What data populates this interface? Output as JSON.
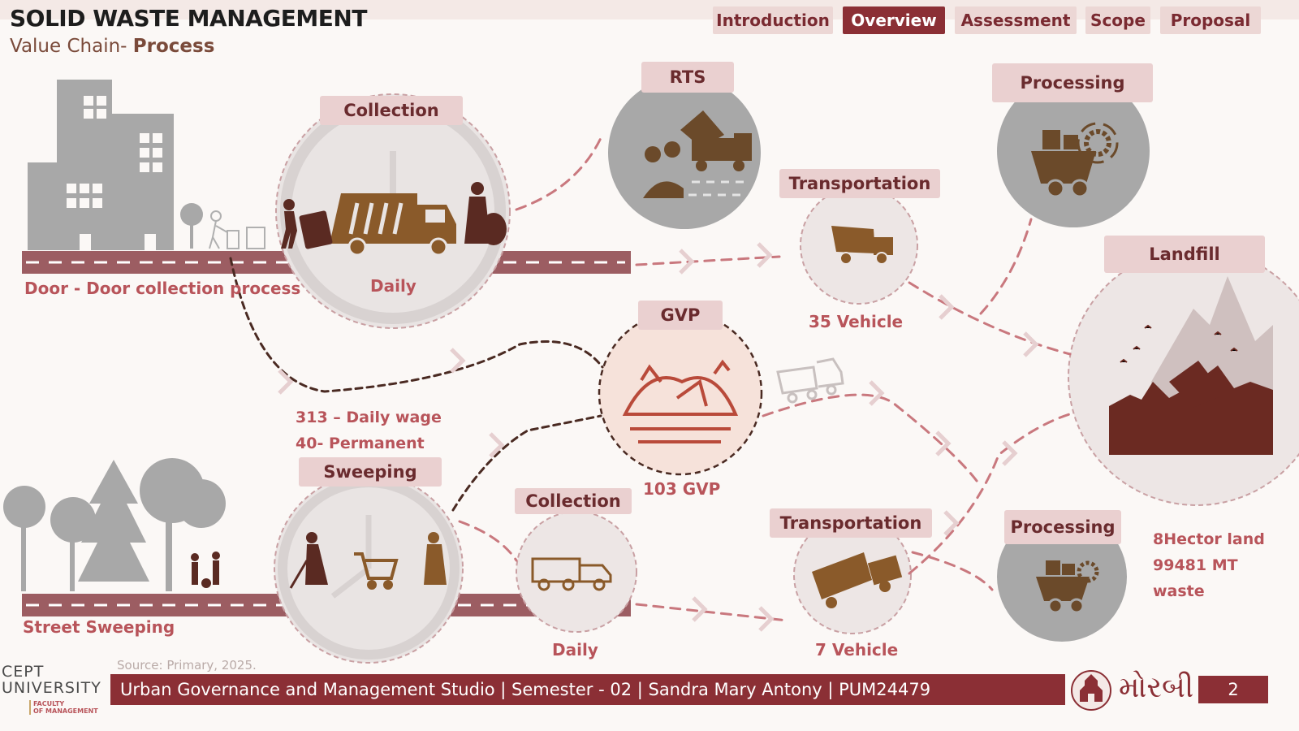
{
  "header": {
    "title": "SOLID WASTE MANAGEMENT",
    "subtitle_prefix": "Value Chain- ",
    "subtitle_bold": "Process"
  },
  "nav": [
    {
      "label": "Introduction",
      "active": false
    },
    {
      "label": "Overview",
      "active": true
    },
    {
      "label": "Assessment",
      "active": false
    },
    {
      "label": "Scope",
      "active": false
    },
    {
      "label": "Proposal",
      "active": false
    }
  ],
  "nodes": {
    "collection_top": "Collection",
    "rts": "RTS",
    "processing_top": "Processing",
    "transportation_top": "Transportation",
    "landfill": "Landfill",
    "gvp": "GVP",
    "sweeping": "Sweeping",
    "collection_bottom": "Collection",
    "transportation_bottom": "Transportation",
    "processing_bottom": "Processing"
  },
  "annotations": {
    "door_collection": "Door - Door collection process",
    "daily_top": "Daily",
    "vehicles_35": "35 Vehicle",
    "daily_wage": "313 – Daily wage",
    "permanent": "40- Permanent",
    "gvp_count": "103 GVP",
    "street_sweeping": "Street Sweeping",
    "daily_bottom": "Daily",
    "vehicles_7": "7 Vehicle",
    "landfill_area": "8Hector land",
    "landfill_waste_1": "99481 MT",
    "landfill_waste_2": "waste"
  },
  "footer": {
    "source": "Source: Primary, 2025.",
    "text": "Urban Governance  and Management Studio | Semester - 02 | Sandra Mary Antony | PUM24479",
    "page": "2",
    "logo_line1": "CEPT",
    "logo_line2": "UNIVERSITY",
    "logo_line3": "FACULTY",
    "logo_line4": "OF MANAGEMENT",
    "city_script": "મોરબી"
  },
  "colors": {
    "accent": "#8b2f35",
    "label_bg": "#ead0d0",
    "text_accent": "#b8545a",
    "icon_brown": "#8a5a2a",
    "grey": "#a8a8a8",
    "road": "#9c5d62"
  }
}
